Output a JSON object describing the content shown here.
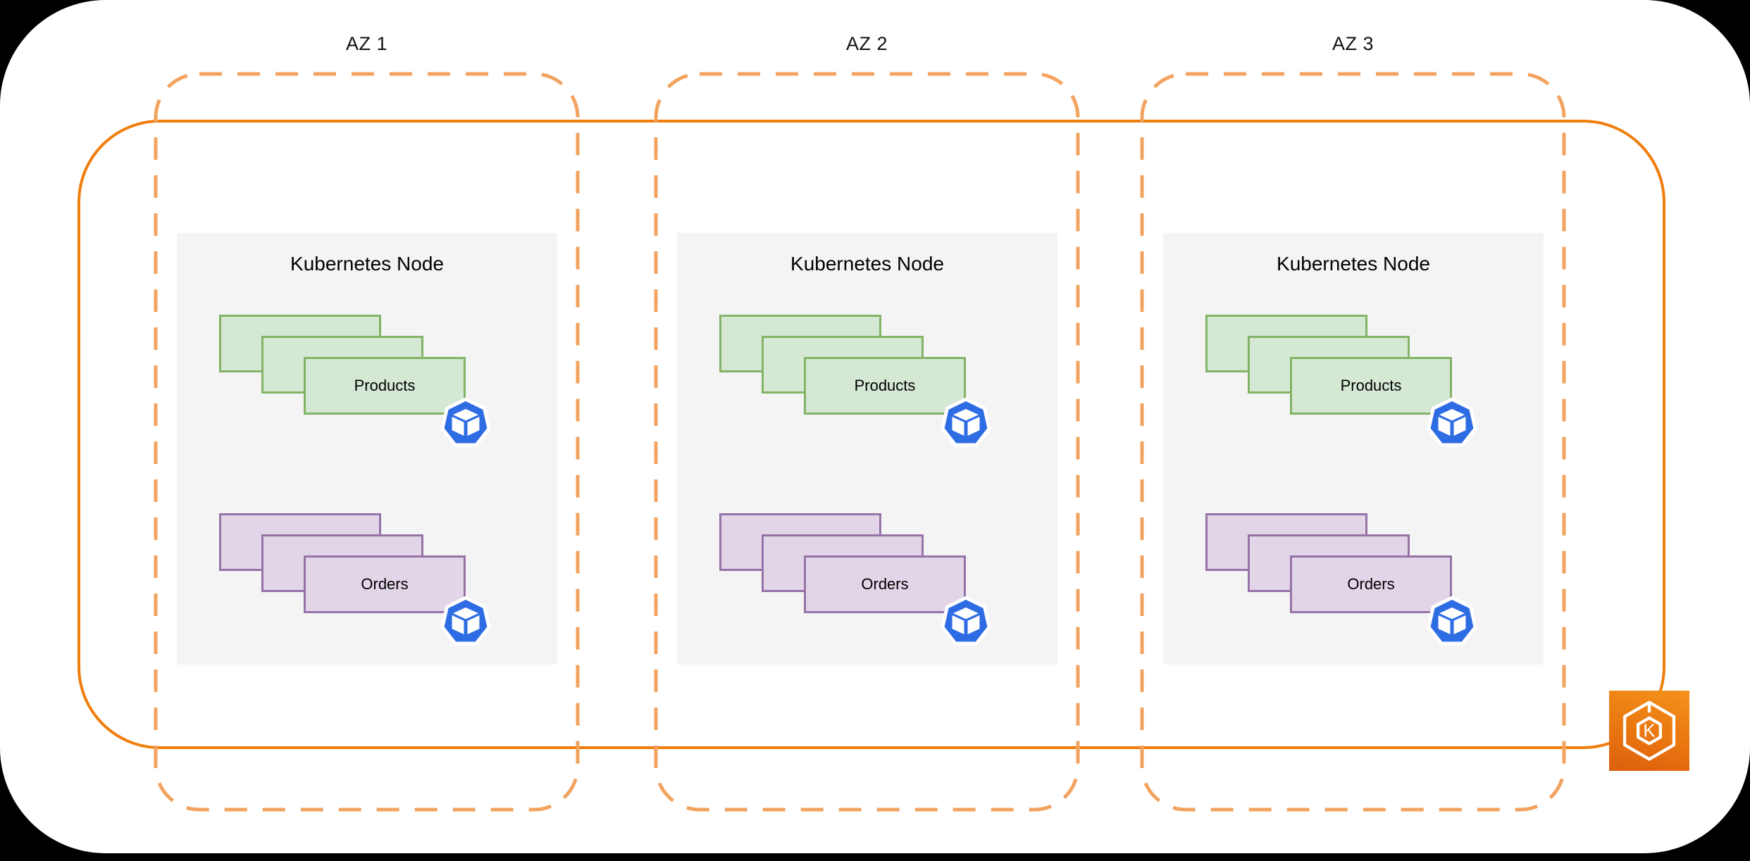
{
  "azs": [
    {
      "label": "AZ 1",
      "node": {
        "title": "Kubernetes Node",
        "workloads": [
          {
            "label": "Products",
            "replicas": 3
          },
          {
            "label": "Orders",
            "replicas": 3
          }
        ]
      }
    },
    {
      "label": "AZ 2",
      "node": {
        "title": "Kubernetes Node",
        "workloads": [
          {
            "label": "Products",
            "replicas": 3
          },
          {
            "label": "Orders",
            "replicas": 3
          }
        ]
      }
    },
    {
      "label": "AZ 3",
      "node": {
        "title": "Kubernetes Node",
        "workloads": [
          {
            "label": "Products",
            "replicas": 3
          },
          {
            "label": "Orders",
            "replicas": 3
          }
        ]
      }
    }
  ],
  "eks": {
    "letter": "K"
  },
  "colors": {
    "cluster_border": "#f07d0c",
    "az_border": "#f2a35f",
    "products_fill": "#d5e8d4",
    "products_stroke": "#82b366",
    "orders_fill": "#e1d5e7",
    "orders_stroke": "#9673a6",
    "node_fill": "#f4f4f5",
    "pod_blue": "#2e6ce4",
    "eks_gradient_top": "#f3921b",
    "eks_gradient_bottom": "#dc5f0e"
  }
}
